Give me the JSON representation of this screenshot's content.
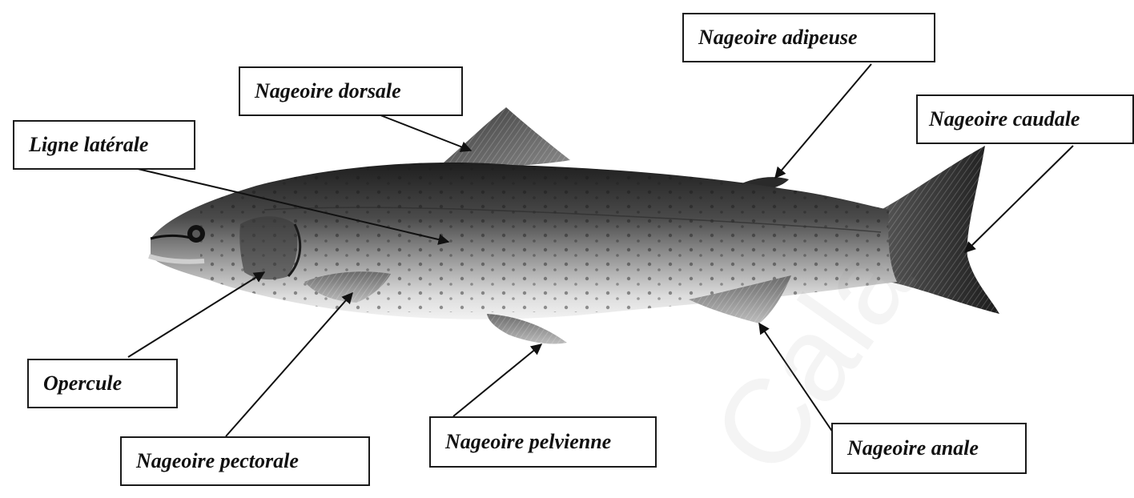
{
  "labels": {
    "adipeuse": "Nageoire adipeuse",
    "dorsale": "Nageoire dorsale",
    "caudale": "Nageoire caudale",
    "ligne_laterale": "Ligne latérale",
    "opercule": "Opercule",
    "pectorale": "Nageoire pectorale",
    "pelvienne": "Nageoire pelvienne",
    "anale": "Nageoire anale"
  },
  "watermark": "Cala",
  "colors": {
    "fish_back": "#2a2a2a",
    "fish_belly": "#d9d9d9",
    "line": "#111111",
    "box_border": "#1a1a1a"
  }
}
